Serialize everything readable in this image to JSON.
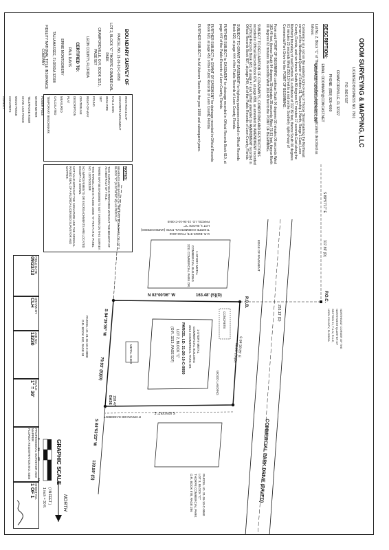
{
  "company": {
    "name": "ODOM SURVEYING & MAPPING, LLC",
    "lines": [
      "LICENSED BUSINESS NO. 7801",
      "P.O. BOX 537",
      "CRAWFORDVILLE, FL 32327",
      "PHONE: (850) 926-4000",
      "EMAIL: ODOMMAP@COMCAST.NET",
      "WEBPAGE: ODOMSURVEYING.COM"
    ]
  },
  "description": {
    "heading": "DESCRIPTION:",
    "paragraphs": [
      "Lot No. 2, Block \"C\" of Thorpe Commercial Park, being more particularly described as follows:",
      "Commence at a rod on the easterly right-of-way of Thorpe Street marking the Northeast corner of the Northwest Quarter of Section 31, Township 1 North, Range 1 East, Leon County, Florida, and run thence South 89 degrees 57 minutes 17 seconds East along the Northerly boundary of said Section 31 a distance of 317.89 feet, thence South 00 degrees 01 minutes 23 seconds West 253.13 feet to a rod on the Southerly right-of-way of Commercial Park Drive for the POINT OF BEGINNING.",
      "From said POINT OF BEGINNING continue South 00 degrees 02 minutes 06 seconds West 163.48 feet, thence South 84 degrees 39 minutes 35 seconds West 79.93 feet, thence North 00 degrees 02 minutes 06 seconds West 163.48 feet to the POINT OF BEGINNING.",
      "SUBJECT TO DECLARATION OF COVENANTS, CONDITIONS AND RESTRICTIONS recorded in Official Records Book 676, at page 658, as amended by AMENDMENT recorded in Official Records Book 683, at page 47 and further amended by AMENDMENT recorded in Official Records Book 827, at page 240, all of the Public Records of Leon County, Florida.",
      "SUBJECT TO GRANT OF EASEMENT for highway purposes recorded in Official Records Book 620, at page 444 of the Public Records of Leon County, Florida.",
      "FURTHER SUBJECT to EASEMENT for drainage recorded in Official Records Book 610, at page 447 of the Public Records of Leon County, Florida.",
      "FURTHER SUBJECT to GRANT OF EASEMENT for drainage recorded in Official Records Book 620, at page 451 of the Public Records of Leon County, Florida.",
      "FURTHER SUBJECT to Ad Valorem Taxes for the year 1998 and subsequent years."
    ]
  },
  "boundary": {
    "title": "BOUNDARY SURVEY OF",
    "lines": [
      "PARCEL NO. 21-26-10-C-0050",
      "LOT 2, BLOCK \"C\" THORPE COMMERCIAL PARK",
      "CRAWFORDVILLE, O.R. BOOK 3213, PAGE 507",
      "LEON COUNTY, FLORIDA"
    ],
    "certified_title": "CERTIFIED TO:",
    "certified": [
      "PAUL DAVIS",
      "ERNIE MONTGOMERY",
      "TALLAHASSEE, FLORIDA 32308",
      "FIDELITY NATIONAL TITLE INSURANCE COMPANY"
    ]
  },
  "legend": {
    "items": [
      "IRON ROD & CAP",
      "CONCRETE MONUMENT",
      "NAIL & DISK",
      "IRON PIPE",
      "SET",
      "FOUND",
      "RIGHT-OF-WAY",
      "CENTERLINE",
      "DESCRIPTION",
      "PLAT",
      "MEASURED",
      "CALCULATED",
      "TEMPORARY BENCHMARK",
      "POWER POLE",
      "WATER METER",
      "TELEPHONE RISER",
      "CHAIN LINK FENCE",
      "WOOD FENCE",
      "CONCRETE",
      "ASPHALT"
    ]
  },
  "notes": {
    "title": "NOTES:",
    "items": [
      "BEARINGS ARE BASED ON THE EAST BOUNDARY OF LOT 2, BLOCK \"C\" (N 02°00'06\" W) AS PER PLAT.",
      "THIS SURVEY WAS PREPARED WITHOUT THE BENEFIT OF AN ABSTRACT OF TITLE.",
      "THERE MAY BE EASEMENTS NOT SHOWN ON THIS SURVEY.",
      "THIS PARCEL LIES IN FLOOD ZONE \"X\" PER F.I.R.M. PANEL NO. 12073C0128F.",
      "NO IMPROVEMENTS OR ENCROACHMENTS ARE LOCATED EXCEPT AS SHOWN.",
      "NOT VALID WITHOUT THE SIGNATURE AND THE ORIGINAL RAISED SEAL OF A FLORIDA LICENSED SURVEYOR AND MAPPER."
    ]
  },
  "title_block": {
    "field_date_label": "FIELD DATE",
    "field_date": "09/23/13",
    "drawn_label": "DRAWN BY",
    "drawn": "CLH",
    "job_label": "JOB NO.",
    "job": "13230",
    "scale_label": "SCALE",
    "scale": "1\" = 30'",
    "sheet_label": "SHEET NO.",
    "sheet": "1 OF 1",
    "surveyor": [
      "PROFESSIONAL SURVEYOR AND MAPPER",
      "FLORIDA REGISTRATION NO. 5466"
    ]
  },
  "plan": {
    "road": "COMMERCIAL PARK DRIVE (PAVED)",
    "road_row": "80.06' (S)(D)",
    "bearing_n": "N 02°00'06\" W",
    "bearing_n_dist": "163.48' (S)(D)",
    "bearing_s1": "S 84°39'35\" W",
    "bearing_s1_dist": "79.93' (S)(D)",
    "bearing_s2": "S 84°53'23\" W",
    "bearing_s2_dist": "133.59' (S)",
    "bearing_e": "S 00°03'52\" E",
    "base_label": "BASE",
    "base_dist": "158.47'",
    "bearing_top": "S 84°39'35\" E",
    "pob": "P.O.B.",
    "poc": "P.O.C.",
    "poc_note": [
      "NORTHEAST CORNER OF THE",
      "NORTHWEST QUARTER OF",
      "SECTION 31, T-1-N, R-1-E,",
      "LEON COUNTY, FLORIDA"
    ],
    "parcel_main": [
      "PARCEL I.D. 21-26-10-C-0050",
      "LOT 2, BLOCK \"C\"",
      "(O.R. 3213, PAGE 507)"
    ],
    "building": [
      "1-STORY METAL",
      "COMMERCIAL BUILDING",
      "3213 COMMERCIAL PARK DR."
    ],
    "west_parcel": [
      "PARCEL I.D. 21-26-10-C-0040",
      "LOT 1, BLOCK \"C\"",
      "THORPE COMMERCIAL PARK (UNRECORDED)",
      "O.R. BOOK 878, PAGE 2043"
    ],
    "west_bldg": [
      "1-STORY METAL",
      "COMMERCIAL BUILDING",
      "3211 COMMERCIAL PARK DR."
    ],
    "east_parcel": [
      "PARCEL I.D. 21-26-10-C-0060",
      "LOT 3, BLOCK \"C\"",
      "THORPE COMMERCIAL PARK",
      "O.R. BOOK 878, PAGE 286"
    ],
    "south_parcel": [
      "PARCEL I.D. 21-26-10-C-0080",
      "O.R. BOOK 992, PAGE 98"
    ],
    "shed": "METAL SHED",
    "wood": "WOOD LANDING",
    "concrete": "CONCRETE",
    "edge": "EDGE OF PAVEMENT",
    "ref_dist1": "317.89' (D)",
    "ref_dist2": "253.13' (D)",
    "ref_bearing": "S 89°57'17\" E",
    "drainage": "8' DRAINAGE EASEMENT",
    "north": "NORTH"
  },
  "scale_bar": {
    "title": "GRAPHIC SCALE",
    "ticks": [
      "0",
      "15",
      "30",
      "60"
    ],
    "units": "( IN FEET )",
    "ratio": "1 inch = 30 ft."
  }
}
